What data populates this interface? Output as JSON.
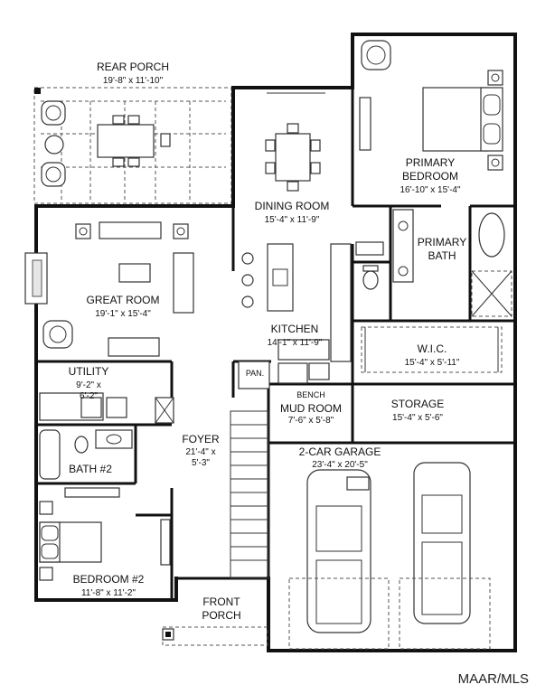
{
  "rooms": {
    "rear_porch": {
      "name": "REAR PORCH",
      "dims": "19'-8\" x 11'-10\""
    },
    "dining_room": {
      "name": "DINING ROOM",
      "dims": "15'-4\" x 11'-9\""
    },
    "primary_bedroom": {
      "name_line1": "PRIMARY",
      "name_line2": "BEDROOM",
      "dims": "16'-10\" x 15'-4\""
    },
    "primary_bath": {
      "name_line1": "PRIMARY",
      "name_line2": "BATH"
    },
    "great_room": {
      "name": "GREAT ROOM",
      "dims": "19'-1\" x 15'-4\""
    },
    "kitchen": {
      "name": "KITCHEN",
      "dims": "14'-1\" x 11'-9\""
    },
    "wic": {
      "name": "W.I.C.",
      "dims": "15'-4\" x 5'-11\""
    },
    "utility": {
      "name": "UTILITY",
      "dims_line1": "9'-2\" x",
      "dims_line2": "6'-2\""
    },
    "pantry": {
      "name": "PAN."
    },
    "bench": {
      "name": "BENCH"
    },
    "mud_room": {
      "name": "MUD ROOM",
      "dims": "7'-6\" x 5'-8\""
    },
    "storage": {
      "name": "STORAGE",
      "dims": "15'-4\" x 5'-6\""
    },
    "foyer": {
      "name": "FOYER",
      "dims_line1": "21'-4\" x",
      "dims_line2": "5'-3\""
    },
    "bath2": {
      "name": "BATH #2"
    },
    "garage": {
      "name": "2-CAR GARAGE",
      "dims": "23'-4\" x 20'-5\""
    },
    "bedroom2": {
      "name": "BEDROOM #2",
      "dims": "11'-8\" x 11'-2\""
    },
    "front_porch": {
      "name_line1": "FRONT",
      "name_line2": "PORCH"
    }
  },
  "watermark": "MAAR/MLS"
}
